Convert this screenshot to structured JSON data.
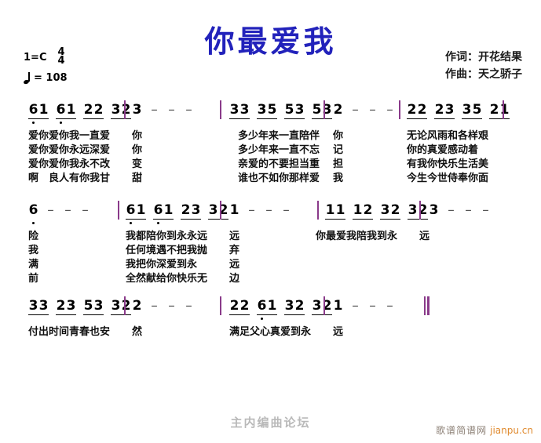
{
  "header": {
    "title": "你最爱我",
    "title_color": "#2222bb",
    "lyricist": "作词：开花结果",
    "composer": "作曲：天之骄子",
    "key_signature": "1=C",
    "meter_numerator": "4",
    "meter_denominator": "4",
    "tempo_mark": "quarter-note-icon",
    "tempo_value": "= 108"
  },
  "footer": {
    "watermark_center": "主内编曲论坛",
    "watermark_site_cn": "歌谱简谱网",
    "watermark_site_url": "jianpu.cn"
  },
  "chart_data": {
    "type": "table",
    "title": "你最爱我",
    "key": "1=C",
    "time_signature": "4/4",
    "tempo_bpm": 108,
    "systems": [
      {
        "index": 1,
        "measures": [
          {
            "notes": [
              "6",
              "1",
              "6",
              "1",
              "2",
              "2",
              "3",
              "2"
            ],
            "octave_low": [
              0,
              2
            ],
            "beamed": true
          },
          {
            "notes": [
              "3",
              "–",
              "–",
              "–"
            ],
            "beamed": false
          },
          {
            "notes": [
              "3",
              "3",
              "3",
              "5",
              "5",
              "3",
              "5",
              "3"
            ],
            "beamed": true
          },
          {
            "notes": [
              "2",
              "–",
              "–",
              "–"
            ],
            "beamed": false
          },
          {
            "notes": [
              "2",
              "2",
              "2",
              "3",
              "3",
              "5",
              "2",
              "1"
            ],
            "beamed": true
          }
        ],
        "lyric_rows": [
          [
            "爱你爱你我一直爱",
            "你",
            "多少年来一直陪伴",
            "你",
            "无论风雨和各样艰"
          ],
          [
            "爱你爱你永远深爱",
            "你",
            "多少年来一直不忘",
            "记",
            "你的真爱感动着"
          ],
          [
            "爱你爱你我永不改",
            "变",
            "亲爱的不要担当重",
            "担",
            "有我你快乐生活美"
          ],
          [
            "啊　良人有你我甘",
            "甜",
            "谁也不如你那样爱",
            "我",
            "今生今世侍奉你面"
          ]
        ]
      },
      {
        "index": 2,
        "measures": [
          {
            "notes": [
              "6",
              "–",
              "–",
              "–"
            ],
            "octave_low": [
              0
            ],
            "beamed": false
          },
          {
            "notes": [
              "6",
              "1",
              "6",
              "1",
              "2",
              "3",
              "3",
              "2"
            ],
            "octave_low": [
              0,
              2
            ],
            "beamed": true
          },
          {
            "notes": [
              "1",
              "–",
              "–",
              "–"
            ],
            "beamed": false
          },
          {
            "notes": [
              "1",
              "1",
              "1",
              "2",
              "3",
              "2",
              "3",
              "2"
            ],
            "beamed": true
          },
          {
            "notes": [
              "3",
              "–",
              "–",
              "–"
            ],
            "beamed": false
          }
        ],
        "lyric_rows": [
          [
            "险",
            "我都陪你到永永远",
            "远",
            "你最爱我陪我到永",
            "远"
          ],
          [
            "我",
            "任何境遇不把我抛",
            "弃",
            "",
            ""
          ],
          [
            "满",
            "我把你深爱到永",
            "远",
            "",
            ""
          ],
          [
            "前",
            "全然献给你快乐无",
            "边",
            "",
            ""
          ]
        ]
      },
      {
        "index": 3,
        "measures": [
          {
            "notes": [
              "3",
              "3",
              "2",
              "3",
              "5",
              "3",
              "3",
              "2"
            ],
            "beamed": true
          },
          {
            "notes": [
              "2",
              "–",
              "–",
              "–"
            ],
            "beamed": false
          },
          {
            "notes": [
              "2",
              "2",
              "6",
              "1",
              "3",
              "2",
              "3",
              "2"
            ],
            "octave_low": [
              2
            ],
            "beamed": true
          },
          {
            "notes": [
              "1",
              "–",
              "–",
              "–"
            ],
            "beamed": false,
            "final_barline": true
          }
        ],
        "lyric_rows": [
          [
            "付出时间青春也安",
            "然",
            "满足父心真爱到永",
            "远"
          ]
        ]
      }
    ]
  },
  "system1": {
    "m1": {
      "n1": "6",
      "n2": "1",
      "n3": "6",
      "n4": "1",
      "n5": "2",
      "n6": "2",
      "n7": "3",
      "n8": "2"
    },
    "m2": {
      "n1": "3",
      "d1": "–",
      "d2": "–",
      "d3": "–"
    },
    "m3": {
      "n1": "3",
      "n2": "3",
      "n3": "3",
      "n4": "5",
      "n5": "5",
      "n6": "3",
      "n7": "5",
      "n8": "3"
    },
    "m4": {
      "n1": "2",
      "d1": "–",
      "d2": "–",
      "d3": "–"
    },
    "m5": {
      "n1": "2",
      "n2": "2",
      "n3": "2",
      "n4": "3",
      "n5": "3",
      "n6": "5",
      "n7": "2",
      "n8": "1"
    },
    "lyrics": {
      "r1a": "爱你爱你我一直爱",
      "r1b": "你",
      "r1c": "多少年来一直陪伴",
      "r1d": "你",
      "r1e": "无论风雨和各样艰",
      "r2a": "爱你爱你永远深爱",
      "r2b": "你",
      "r2c": "多少年来一直不忘",
      "r2d": "记",
      "r2e": "你的真爱感动着",
      "r3a": "爱你爱你我永不改",
      "r3b": "变",
      "r3c": "亲爱的不要担当重",
      "r3d": "担",
      "r3e": "有我你快乐生活美",
      "r4a": "啊　良人有你我甘",
      "r4b": "甜",
      "r4c": "谁也不如你那样爱",
      "r4d": "我",
      "r4e": "今生今世侍奉你面"
    }
  },
  "system2": {
    "m1": {
      "n1": "6",
      "d1": "–",
      "d2": "–",
      "d3": "–"
    },
    "m2": {
      "n1": "6",
      "n2": "1",
      "n3": "6",
      "n4": "1",
      "n5": "2",
      "n6": "3",
      "n7": "3",
      "n8": "2"
    },
    "m3": {
      "n1": "1",
      "d1": "–",
      "d2": "–",
      "d3": "–"
    },
    "m4": {
      "n1": "1",
      "n2": "1",
      "n3": "1",
      "n4": "2",
      "n5": "3",
      "n6": "2",
      "n7": "3",
      "n8": "2"
    },
    "m5": {
      "n1": "3",
      "d1": "–",
      "d2": "–",
      "d3": "–"
    },
    "lyrics": {
      "r1a": "险",
      "r1b": "我都陪你到永永远",
      "r1c": "远",
      "r1d": "你最爱我陪我到永",
      "r1e": "远",
      "r2a": "我",
      "r2b": "任何境遇不把我抛",
      "r2c": "弃",
      "r3a": "满",
      "r3b": "我把你深爱到永",
      "r3c": "远",
      "r4a": "前",
      "r4b": "全然献给你快乐无",
      "r4c": "边"
    }
  },
  "system3": {
    "m1": {
      "n1": "3",
      "n2": "3",
      "n3": "2",
      "n4": "3",
      "n5": "5",
      "n6": "3",
      "n7": "3",
      "n8": "2"
    },
    "m2": {
      "n1": "2",
      "d1": "–",
      "d2": "–",
      "d3": "–"
    },
    "m3": {
      "n1": "2",
      "n2": "2",
      "n3": "6",
      "n4": "1",
      "n5": "3",
      "n6": "2",
      "n7": "3",
      "n8": "2"
    },
    "m4": {
      "n1": "1",
      "d1": "–",
      "d2": "–",
      "d3": "–"
    },
    "lyrics": {
      "r1a": "付出时间青春也安",
      "r1b": "然",
      "r1c": "满足父心真爱到永",
      "r1d": "远"
    }
  }
}
